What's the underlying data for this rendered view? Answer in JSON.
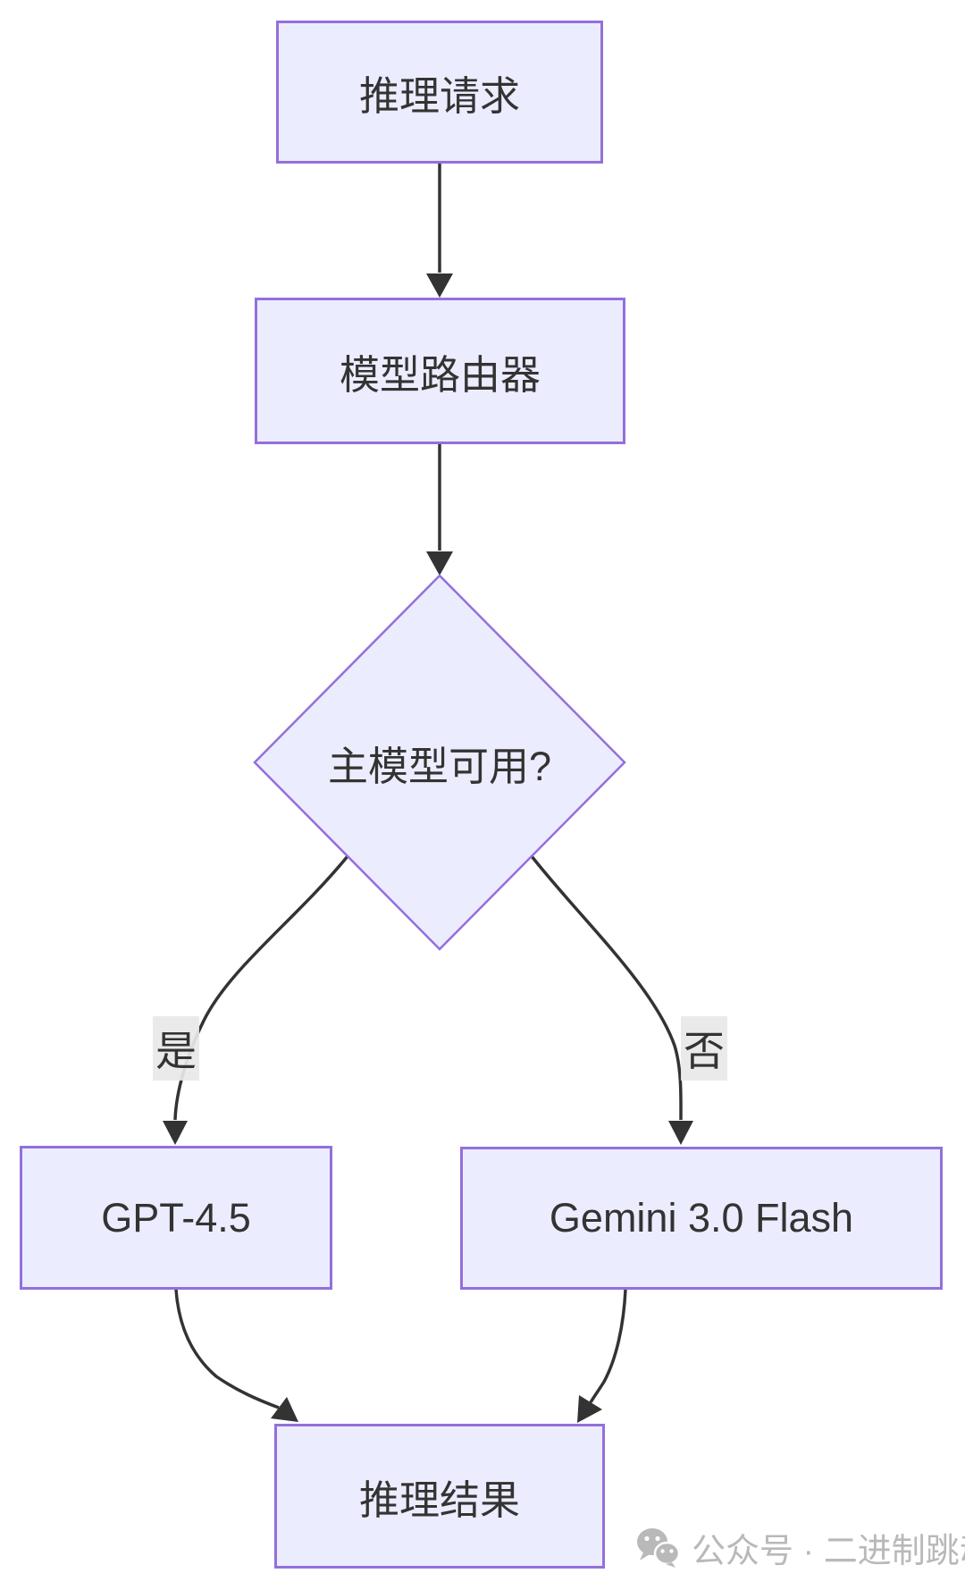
{
  "diagram": {
    "type": "flowchart-top-down",
    "nodes": {
      "request": {
        "label": "推理请求",
        "shape": "rect"
      },
      "router": {
        "label": "模型路由器",
        "shape": "rect"
      },
      "decision": {
        "label": "主模型可用?",
        "shape": "diamond"
      },
      "gpt": {
        "label": "GPT-4.5",
        "shape": "rect"
      },
      "gemini": {
        "label": "Gemini 3.0 Flash",
        "shape": "rect"
      },
      "result": {
        "label": "推理结果",
        "shape": "rect"
      }
    },
    "edges": [
      {
        "from": "request",
        "to": "router",
        "label": ""
      },
      {
        "from": "router",
        "to": "decision",
        "label": ""
      },
      {
        "from": "decision",
        "to": "gpt",
        "label": "是"
      },
      {
        "from": "decision",
        "to": "gemini",
        "label": "否"
      },
      {
        "from": "gpt",
        "to": "result",
        "label": ""
      },
      {
        "from": "gemini",
        "to": "result",
        "label": ""
      }
    ],
    "colors": {
      "node_fill": "#ECECFF",
      "node_border": "#9370DB",
      "edge_stroke": "#333333",
      "node_text": "#333333",
      "edge_label_bg": "#e8e8e8"
    }
  },
  "watermark": {
    "icon": "wechat-icon",
    "text": "公众号 · 二进制跳动",
    "color": "#b9b9b9"
  }
}
